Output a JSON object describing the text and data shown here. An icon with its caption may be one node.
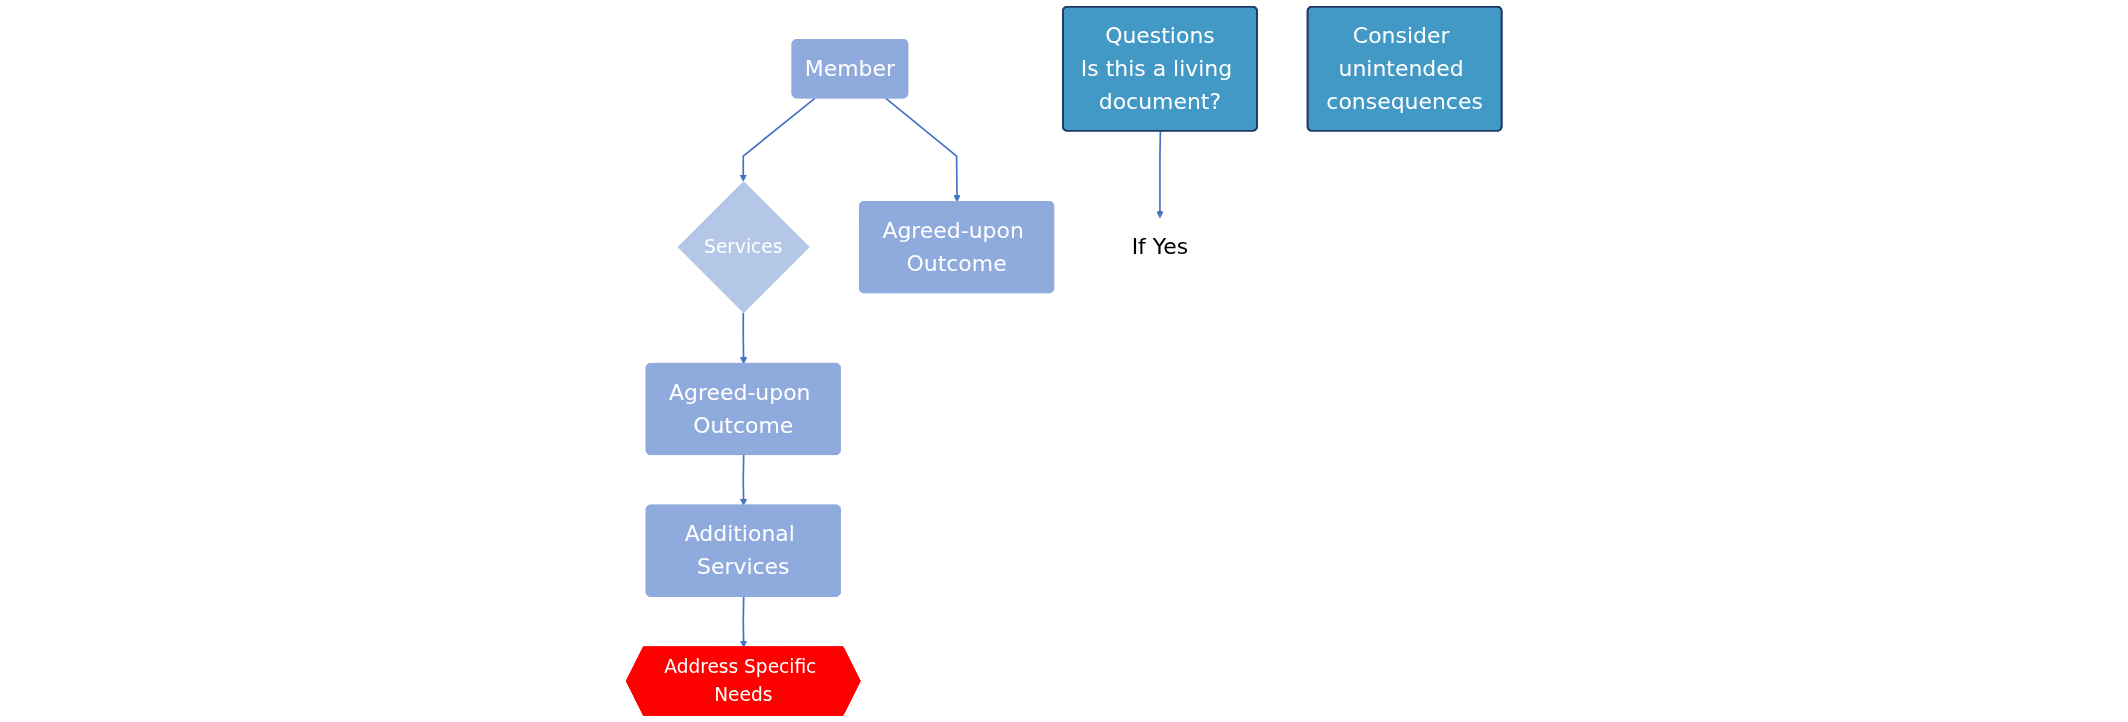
{
  "diagram": {
    "nodes": [
      {
        "text": [
          "Member"
        ]
      },
      {
        "text": [
          "Services"
        ]
      },
      {
        "text": [
          "Address Specific Needs"
        ]
      },
      {
        "text": [
          "Additional Services"
        ]
      },
      {
        "text": [
          "Agreed-upon Outcome"
        ]
      },
      {
        "text": [
          "Agreed-upon Outcome"
        ]
      },
      {
        "text": [
          "Questions",
          "Is this a living document?"
        ]
      },
      {
        "text": [
          "If Yes"
        ]
      },
      {
        "text": [
          "Consider unintended consequences"
        ]
      }
    ],
    "edges": [
      {
        "from": 0,
        "to": 1,
        "arrow": "to"
      },
      {
        "from": 1,
        "to": 4,
        "arrow": "to"
      },
      {
        "from": 0,
        "to": 5,
        "arrow": "to"
      },
      {
        "from": 4,
        "to": 3,
        "arrow": "to"
      },
      {
        "from": 3,
        "to": 2,
        "arrow": "to"
      },
      {
        "from": 6,
        "to": 7,
        "arrow": "to"
      }
    ]
  }
}
